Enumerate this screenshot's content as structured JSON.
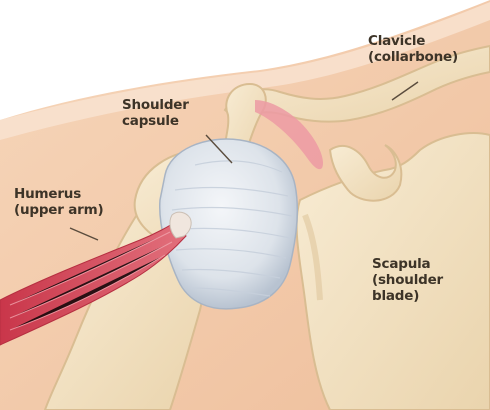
{
  "labels": {
    "clavicle": {
      "line1": "Clavicle",
      "line2": "(collarbone)"
    },
    "capsule": {
      "line1": "Shoulder",
      "line2": "capsule"
    },
    "humerus": {
      "line1": "Humerus",
      "line2": "(upper arm)"
    },
    "scapula": {
      "line1": "Scapula",
      "line2": "(shoulder",
      "line3": "blade)"
    }
  },
  "colors": {
    "skin": "#f3c9a8",
    "skin_light": "#f7dcc4",
    "bone": "#f4e4c6",
    "bone_shadow": "#e2c9a0",
    "capsule": "#e4e9ef",
    "capsule_shadow": "#b9c4d2",
    "muscle": "#d9485a",
    "tendon": "#f0e6de",
    "ligament": "#ec9aa3",
    "text": "#3d3428"
  }
}
